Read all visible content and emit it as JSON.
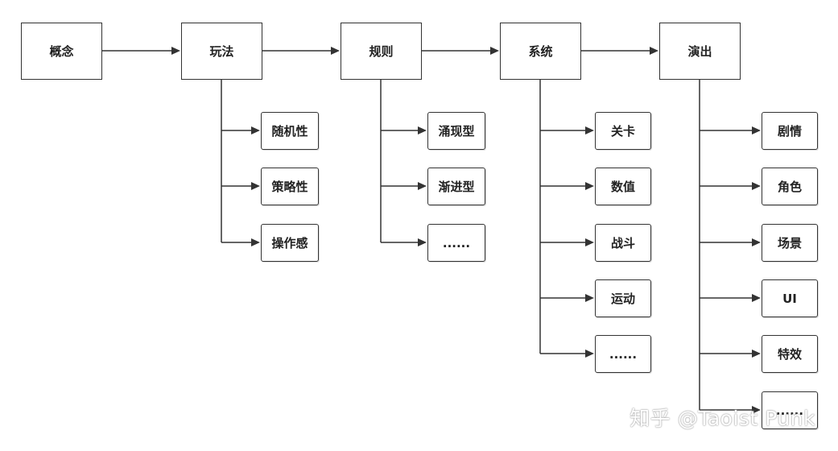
{
  "main_nodes": [
    {
      "label": "概念"
    },
    {
      "label": "玩法"
    },
    {
      "label": "规则"
    },
    {
      "label": "系统"
    },
    {
      "label": "演出"
    }
  ],
  "branches": {
    "gameplay": [
      "随机性",
      "策略性",
      "操作感"
    ],
    "rules": [
      "涌现型",
      "渐进型",
      "......"
    ],
    "systems": [
      "关卡",
      "数值",
      "战斗",
      "运动",
      "......"
    ],
    "presentation": [
      "剧情",
      "角色",
      "场景",
      "UI",
      "特效",
      "......"
    ]
  },
  "watermark": "知乎 @Taoist Punk",
  "colors": {
    "line": "#333333",
    "border": "#333333",
    "text": "#222222"
  }
}
